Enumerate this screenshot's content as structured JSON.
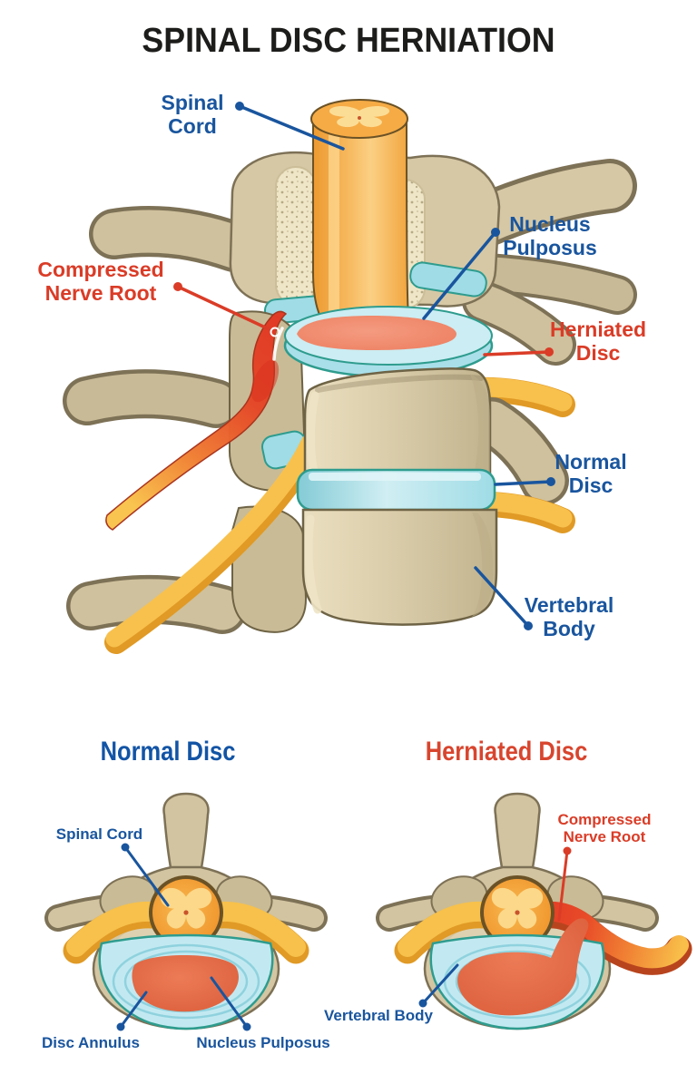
{
  "title": "SPINAL DISC HERNIATION",
  "colors": {
    "label_blue": "#19559E",
    "label_red": "#DA3C27",
    "heading_blue": "#1254A5",
    "heading_red": "#D8452E",
    "bone_tan": "#D6C8A5",
    "disc_teal": "#CBEDF3",
    "disc_outline": "#2E9C8E",
    "nucleus_salmon": "#EE8063",
    "nerve_yellow": "#F8C14D",
    "compressed_red": "#E23A24",
    "cord_orange": "#F6AB45"
  },
  "main_diagram": {
    "description": "Lateral view of lumbar spine segment with herniated disc",
    "labels": {
      "spinal_cord": "Spinal Cord",
      "compressed_nerve_root": "Compressed Nerve Root",
      "nucleus_pulposus": "Nucleus Pulposus",
      "herniated_disc": "Herniated Disc",
      "normal_disc": "Normal Disc",
      "vertebral_body": "Vertebral Body"
    }
  },
  "cross_sections": {
    "normal": {
      "heading": "Normal Disc",
      "labels": {
        "spinal_cord": "Spinal Cord",
        "disc_annulus": "Disc Annulus",
        "nucleus_pulposus": "Nucleus Pulposus"
      }
    },
    "herniated": {
      "heading": "Herniated Disc",
      "labels": {
        "compressed_nerve_root": "Compressed Nerve Root",
        "vertebral_body": "Vertebral Body"
      }
    }
  }
}
